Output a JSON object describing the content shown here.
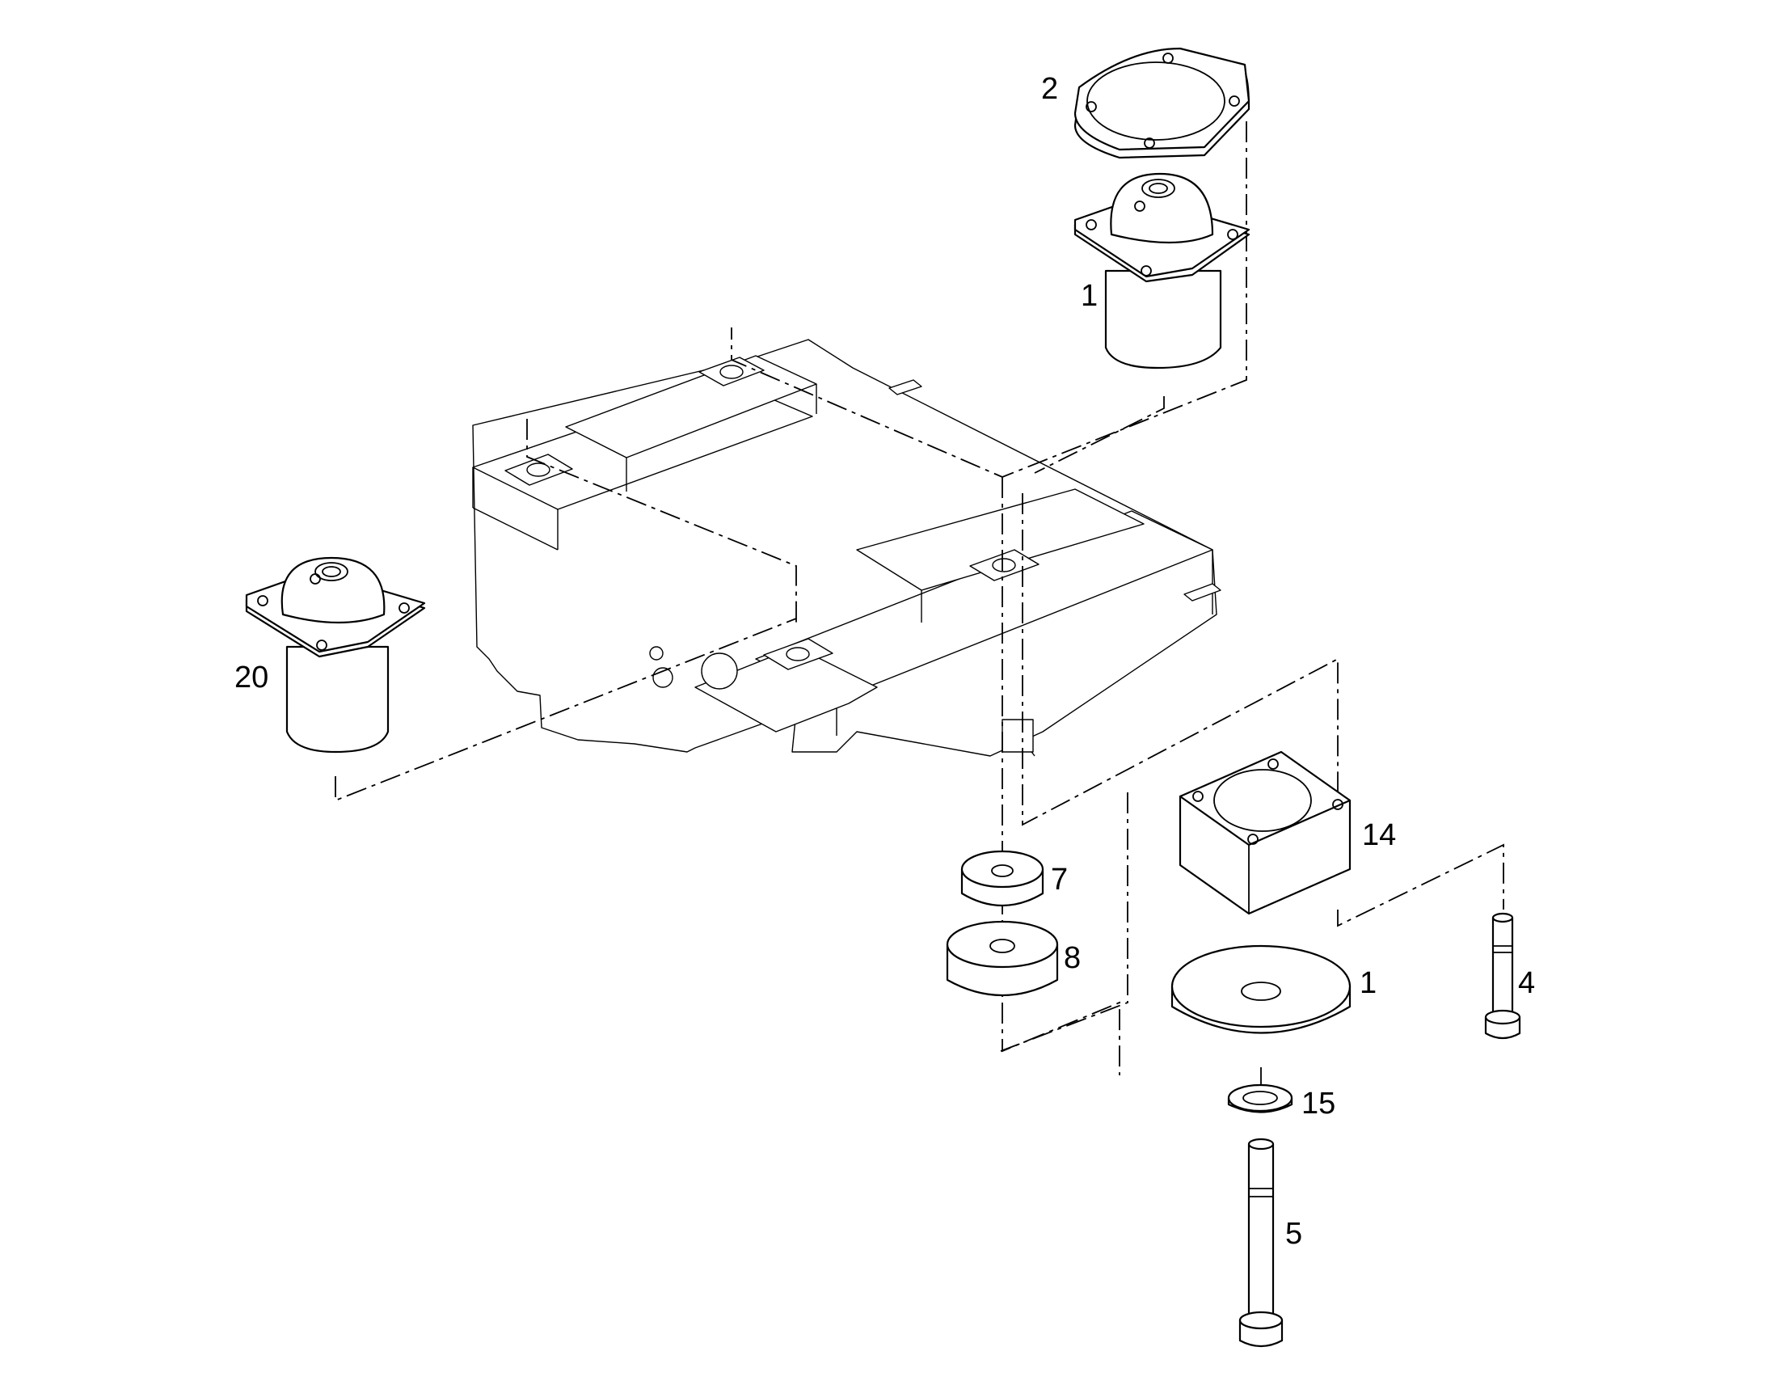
{
  "callouts": {
    "c1": "1",
    "c2": "2",
    "c4": "4",
    "c5": "5",
    "c7": "7",
    "c8": "8",
    "c14": "14",
    "c15": "15",
    "c20": "20",
    "c1b": "1"
  }
}
